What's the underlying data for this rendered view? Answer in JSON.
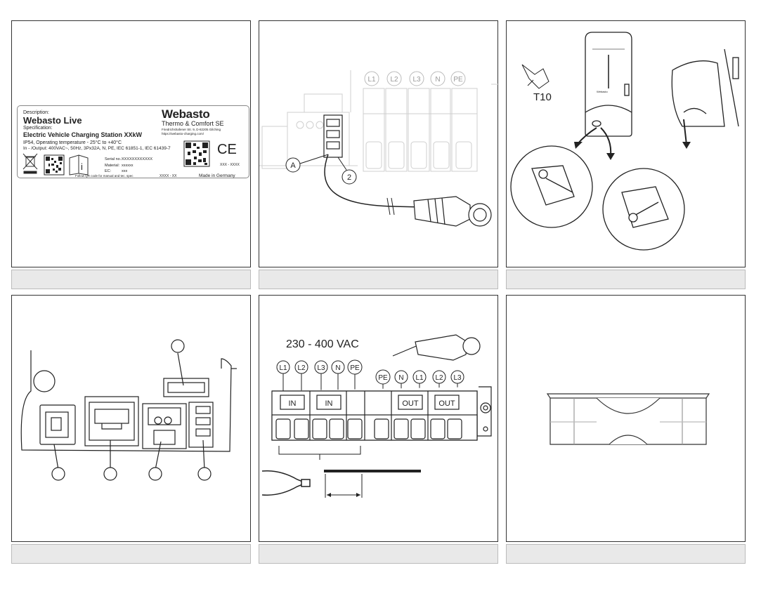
{
  "panel1": {
    "description_label": "Description:",
    "product": "Webasto Live",
    "specification_label": "Specification:",
    "title": "Electric Vehicle Charging Station XXkW",
    "line1": "IP54, Operating temperature - 25°C to +40°C",
    "line2": "In - /Output: 400VAC~, 50Hz, 3Px32A, N, PE, IEC 61851-1, IEC 61439-7",
    "brand": "Webasto",
    "company": "Thermo & Comfort SE",
    "address": "Friedrichshafener Str. 9, D-82205 Gilching",
    "website": "https://webasto-charging.com/",
    "serial_label": "Serial no.:",
    "serial_value": "XXXXXXXXXXXX",
    "material_label": "Material:",
    "material_value": "xxxxxx",
    "ec_label": "EC:",
    "ec_value": "xxx",
    "qr_note": "Follow QR code for manual and tec. spec",
    "date_code": "XXXX - XX",
    "right_code": "XXX - XXXX",
    "made_in": "Made in Germany",
    "ce_mark": "CE",
    "info_mark": "i"
  },
  "panel2": {
    "terminals": [
      "L1",
      "L2",
      "L3",
      "N",
      "PE"
    ],
    "callout_a": "A",
    "callout_2": "2"
  },
  "panel3": {
    "tool": "T10",
    "device_brand": "Webasto"
  },
  "panel5": {
    "voltage": "230 - 400 VAC",
    "in_terminals": [
      "L1",
      "L2",
      "L3",
      "N",
      "PE"
    ],
    "out_terminals": [
      "PE",
      "N",
      "L1",
      "L2",
      "L3"
    ],
    "in_label": "IN",
    "out_label": "OUT"
  }
}
